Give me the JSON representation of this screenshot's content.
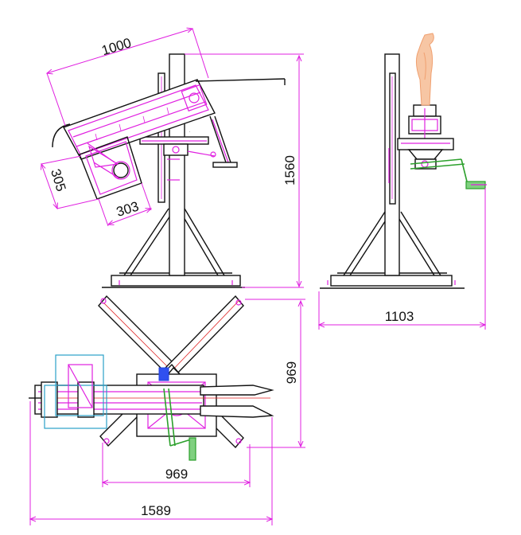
{
  "drawing": {
    "side_view": {
      "dim_length": "1000",
      "dim_hopper_height": "305",
      "dim_hopper_width": "303",
      "dim_total_height": "1560"
    },
    "front_view": {
      "dim_base_width": "1103"
    },
    "top_view": {
      "dim_depth": "969",
      "dim_width": "969",
      "dim_overall_length": "1589"
    },
    "colors": {
      "outline": "#111111",
      "dimension": "#e020e0",
      "handle": "#2ca02c",
      "hopper": "#2aa0c8",
      "motor": "#3050f0",
      "product": "#f0a070"
    }
  }
}
